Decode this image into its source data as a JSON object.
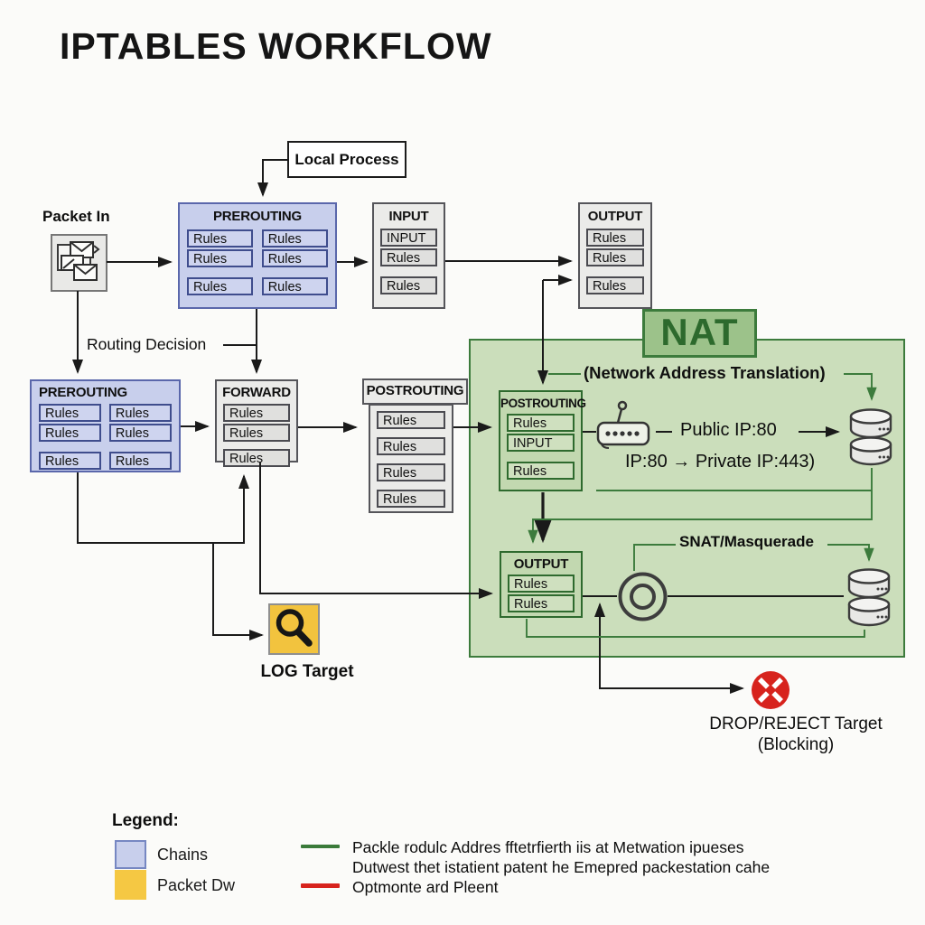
{
  "title": "IPTABLES WORKFLOW",
  "nodes": {
    "local_process": "Local Process",
    "packet_in": "Packet In",
    "routing_decision": "Routing Decision"
  },
  "chains": {
    "prerouting_top": {
      "label": "PREROUTING",
      "rules": [
        "Rules",
        "Rules",
        "Rules",
        "Rules",
        "Rules",
        "Rules"
      ]
    },
    "input": {
      "label": "INPUT",
      "rules": [
        "INPUT",
        "Rules",
        "Rules"
      ]
    },
    "output_top": {
      "label": "OUTPUT",
      "rules": [
        "Rules",
        "Rules",
        "Rules"
      ]
    },
    "prerouting_left": {
      "label": "PREROUTING",
      "rules": [
        "Rules",
        "Rules",
        "Rules",
        "Rules",
        "Rules",
        "Rules"
      ]
    },
    "forward": {
      "label": "FORWARD",
      "rules": [
        "Rules",
        "Rules",
        "Rules"
      ]
    },
    "postrouting_mid": {
      "label": "POSTROUTING",
      "rules": [
        "Rules",
        "Rules",
        "Rules",
        "Rules"
      ]
    },
    "postrouting_nat": {
      "label": "POSTROUTING",
      "rules": [
        "Rules",
        "INPUT",
        "Rules"
      ]
    },
    "output_nat": {
      "label": "OUTPUT",
      "rules": [
        "Rules",
        "Rules"
      ]
    }
  },
  "nat": {
    "badge": "NAT",
    "subtitle": "(Network Address Translation)",
    "public_ip": "Public IP:80",
    "mapping": "IP:80 → Private IP:443)",
    "snat": "SNAT/Masquerade"
  },
  "targets": {
    "log": "LOG Target",
    "drop": "DROP/REJECT Target",
    "drop_sub": "(Blocking)"
  },
  "legend": {
    "title": "Legend:",
    "chains": "Chains",
    "packet": "Packet Dw",
    "line1": "Packle rodulc Addres fftetrfierth iis at Metwation ipueses",
    "line2": "Dutwest thet istatient patent he Emepred packestation cahe",
    "line3": "Optmonte ard Pleent"
  },
  "icons": {
    "packet_in": "envelopes-icon",
    "router": "router-icon",
    "database": "database-icon",
    "snat": "double-circle-icon",
    "log": "magnifier-icon",
    "drop": "blocked-x-icon"
  },
  "colors": {
    "chain_blue": "#c8cfec",
    "chain_blue_border": "#5a67ab",
    "nat_region_green": "#cbdebb",
    "nat_border_green": "#3c7b3c",
    "nat_text_green": "#2d6a2d",
    "log_yellow": "#f2c33e",
    "drop_red": "#d7231d",
    "legend_green_line": "#3a7a3a",
    "legend_red_line": "#d7231d"
  }
}
